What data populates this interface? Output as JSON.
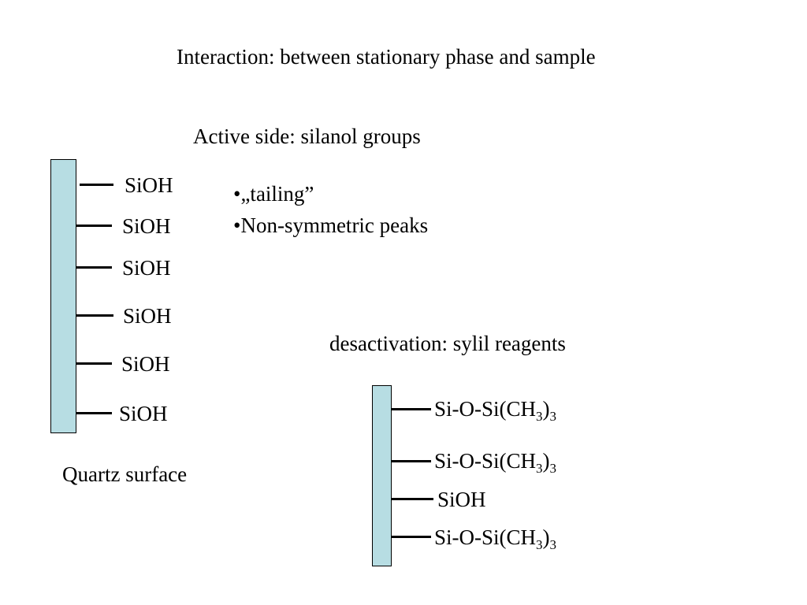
{
  "title": "Interaction: between stationary phase and sample",
  "active_side": "Active side: silanol groups",
  "bullets": [
    "•„tailing”",
    "•Non-symmetric peaks"
  ],
  "surface_color": "#b7dde3",
  "left_surface": {
    "groups": [
      "SiOH",
      "SiOH",
      "SiOH",
      "SiOH",
      "SiOH",
      "SiOH"
    ],
    "caption": "Quartz surface"
  },
  "desactivation": "desactivation: sylil reagents",
  "right_surface": {
    "groups": [
      {
        "main": "Si-O-Si(CH",
        "sub1": "3",
        "close": ")",
        "sub2": "3"
      },
      {
        "main": "Si-O-Si(CH",
        "sub1": "3",
        "close": ")",
        "sub2": "3"
      },
      {
        "main": "SiOH"
      },
      {
        "main": "Si-O-Si(CH",
        "sub1": "3",
        "close": ")",
        "sub2": "3"
      }
    ]
  }
}
